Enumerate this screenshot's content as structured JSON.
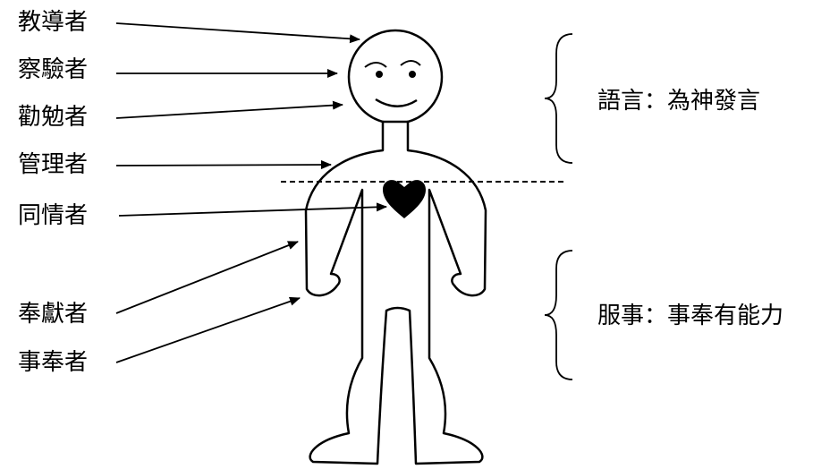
{
  "roles": [
    {
      "label": "教導者"
    },
    {
      "label": "察驗者"
    },
    {
      "label": "勸勉者"
    },
    {
      "label": "管理者"
    },
    {
      "label": "同情者"
    },
    {
      "label": "奉獻者"
    },
    {
      "label": "事奉者"
    }
  ],
  "sections": {
    "speaking": "語言：為神發言",
    "serving": "服事：事奉有能力"
  },
  "colors": {
    "stroke": "#000000",
    "heart": "#000000",
    "background": "#ffffff"
  }
}
